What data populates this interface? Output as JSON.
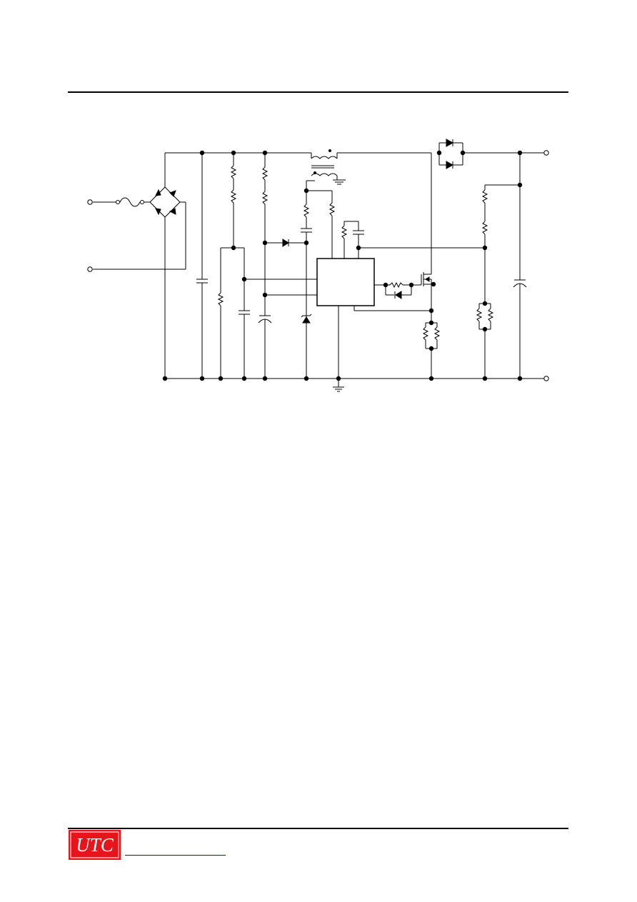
{
  "header": {
    "rule": "top-separator"
  },
  "diagram": {
    "kind": "schematic",
    "components": [
      "bridge-rectifier",
      "fuse",
      "input-capacitor",
      "startup-resistor-chain",
      "transformer",
      "controller-ic",
      "mosfet",
      "output-diodes",
      "output-capacitor",
      "feedback-divider",
      "sense-resistors",
      "ground"
    ]
  },
  "footer": {
    "logo_text": "UTC",
    "logo_colors": {
      "background": "#e8141b",
      "text": "#ffffff"
    },
    "link_color": "#0000ff"
  }
}
